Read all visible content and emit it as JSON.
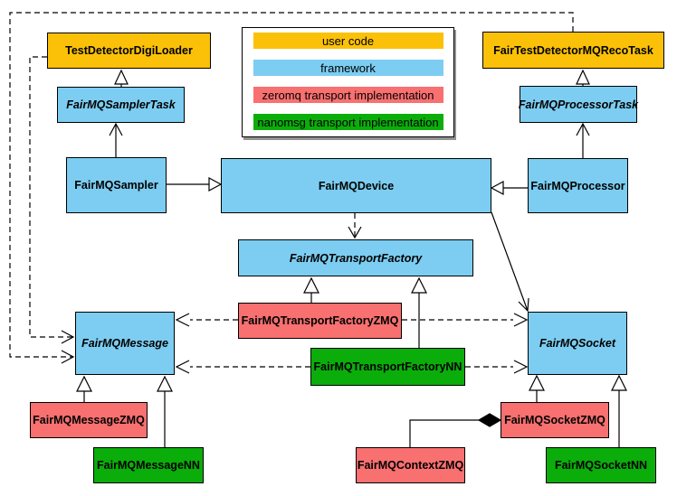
{
  "colors": {
    "user_code": "#FBC108",
    "framework": "#7CCDF1",
    "zeromq_impl": "#F87070",
    "nanomsg_impl": "#0BAD0B",
    "edge": "#000000",
    "background": "#FFFFFF"
  },
  "legend": {
    "items": [
      {
        "label": "user code",
        "color": "#FBC108"
      },
      {
        "label": "framework",
        "color": "#7CCDF1"
      },
      {
        "label": "zeromq transport implementation",
        "color": "#F87070"
      },
      {
        "label": "nanomsg transport implementation",
        "color": "#0BAD0B"
      }
    ]
  },
  "nodes": {
    "test_detector_digi_loader": {
      "label": "TestDetectorDigiLoader"
    },
    "fair_test_detector_mq_reco_task": {
      "label": "FairTestDetectorMQRecoTask"
    },
    "fairmq_sampler_task": {
      "label": "FairMQSamplerTask"
    },
    "fairmq_processor_task": {
      "label": "FairMQProcessorTask"
    },
    "fairmq_sampler": {
      "label": "FairMQSampler"
    },
    "fairmq_device": {
      "label": "FairMQDevice"
    },
    "fairmq_processor": {
      "label": "FairMQProcessor"
    },
    "fairmq_transport_factory": {
      "label": "FairMQTransportFactory"
    },
    "fairmq_message": {
      "label": "FairMQMessage"
    },
    "fairmq_socket": {
      "label": "FairMQSocket"
    },
    "fairmq_transport_factory_zmq": {
      "label": "FairMQTransportFactoryZMQ"
    },
    "fairmq_transport_factory_nn": {
      "label": "FairMQTransportFactoryNN"
    },
    "fairmq_message_zmq": {
      "label": "FairMQMessageZMQ"
    },
    "fairmq_message_nn": {
      "label": "FairMQMessageNN"
    },
    "fairmq_context_zmq": {
      "label": "FairMQContextZMQ"
    },
    "fairmq_socket_zmq": {
      "label": "FairMQSocketZMQ"
    },
    "fairmq_socket_nn": {
      "label": "FairMQSocketNN"
    }
  }
}
